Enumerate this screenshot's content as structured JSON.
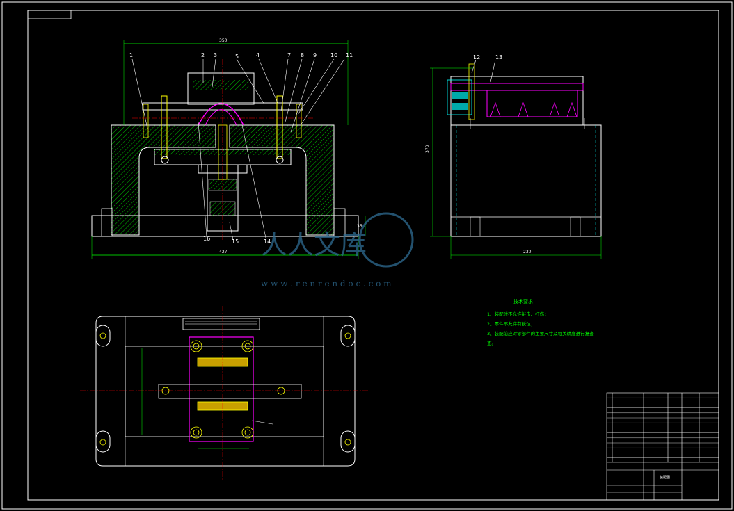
{
  "part_numbers": [
    "1",
    "2",
    "3",
    "4",
    "5",
    "7",
    "8",
    "9",
    "10",
    "11",
    "12",
    "13",
    "14",
    "15",
    "16"
  ],
  "dimensions": {
    "front_width_top": "350",
    "front_width_bottom": "427",
    "front_base_height": "35",
    "side_height": "370",
    "side_width": "230"
  },
  "watermark": {
    "chars": "人人文库",
    "url": "w w w . r e n r e n d o c . c o m"
  },
  "tech_requirements": {
    "title": "技术要求",
    "items": [
      "1、装配时不允许敲击、打伤；",
      "2、零件不允许有锈蚀；",
      "3、装配前应对零部件的主要尺寸及相关精度进行复查"
    ],
    "tail": "查。"
  },
  "title_block": {
    "name": "装配图"
  },
  "colors": {
    "outline": "#ffffff",
    "dimension": "#00ff00",
    "part": "#ff00ff",
    "hatch": "#00cc00",
    "bolt": "#ffff00",
    "center": "#ff0000",
    "hidden": "#00ffff"
  }
}
